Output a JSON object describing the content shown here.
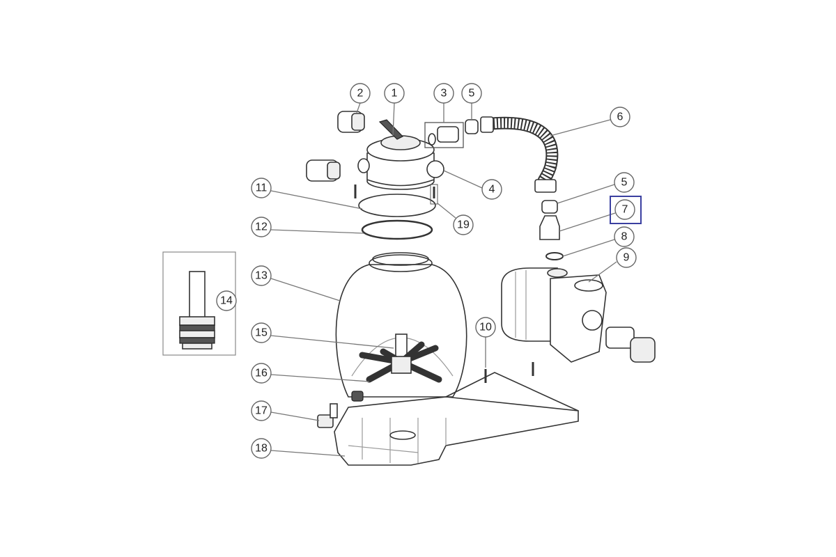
{
  "diagram": {
    "type": "exploded parts diagram - sand filter with pump",
    "highlight": {
      "part": "7",
      "color": "#3a3fa0"
    },
    "callouts": {
      "c1": "1",
      "c2": "2",
      "c3": "3",
      "c4": "4",
      "c5a": "5",
      "c5b": "5",
      "c6": "6",
      "c7": "7",
      "c8": "8",
      "c9": "9",
      "c10": "10",
      "c11": "11",
      "c12": "12",
      "c13": "13",
      "c14": "14",
      "c15": "15",
      "c16": "16",
      "c17": "17",
      "c18": "18",
      "c19": "19"
    }
  }
}
